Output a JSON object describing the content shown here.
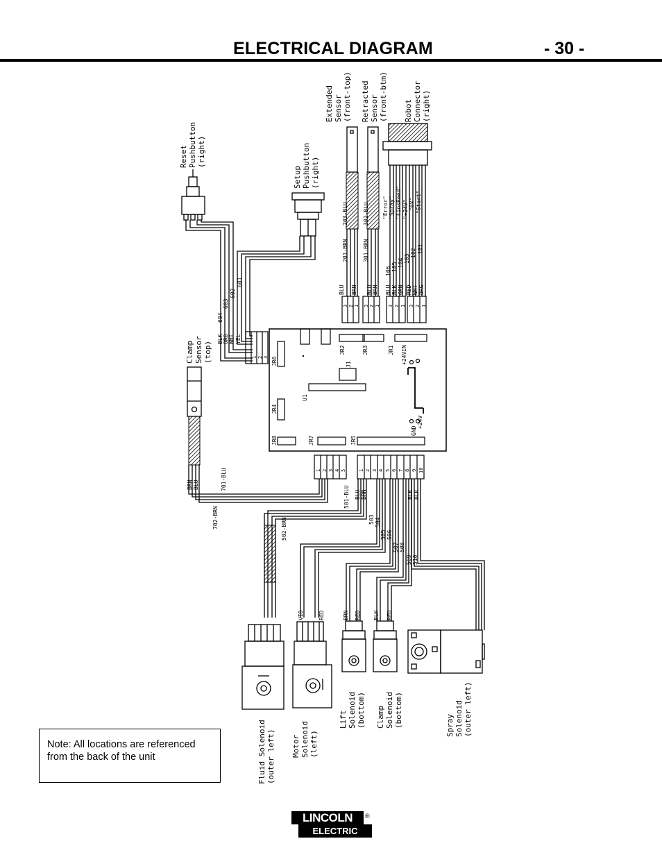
{
  "header": {
    "title": "ELECTRICAL DIAGRAM",
    "page_number": "- 30 -"
  },
  "note": "Note: All locations are referenced from the back of the unit",
  "logo": {
    "line1": "LINCOLN",
    "line2": "ELECTRIC",
    "registered": "®"
  },
  "components": {
    "reset_pushbutton": [
      "Reset",
      "Pushbutton",
      "(right)"
    ],
    "setup_pushbutton": [
      "Setup",
      "Pushbutton",
      "(right)"
    ],
    "extended_sensor": [
      "Extended",
      "Sensor",
      "(front-top)"
    ],
    "retracted_sensor": [
      "Retracted",
      "Sensor",
      "(front-btm)"
    ],
    "robot_connector": [
      "Robot",
      "Connector",
      "(right)"
    ],
    "clamp_sensor": [
      "Clamp",
      "Sensor",
      "(top)"
    ],
    "fluid_solenoid": [
      "Fluid Solenoid",
      "(outer left)"
    ],
    "motor_solenoid": [
      "Motor",
      "Solenoid",
      "(left)"
    ],
    "lift_solenoid": [
      "Lift",
      "Solenoid",
      "(bottom)"
    ],
    "clamp_solenoid": [
      "Clamp",
      "Solenoid",
      "(bottom)"
    ],
    "spray_solenoid": [
      "Spray",
      "Solenoid",
      "(outer left)"
    ]
  },
  "wire_labels": {
    "w601": "601",
    "w602": "602",
    "w603": "603",
    "w604": "604",
    "w201": "201-BRN",
    "w203": "203-BLU",
    "w301": "301-BRN",
    "w302": "302-BLU",
    "w101": "101",
    "w102": "102",
    "w103": "103",
    "w104": "104",
    "w105": "105",
    "w106": "106",
    "w701": "701-BLU",
    "w702": "702-BRN",
    "w501": "501-BLU",
    "w502": "502-BRN",
    "w503": "503",
    "w504": "504",
    "w505": "505",
    "w506": "506",
    "w507": "507",
    "w508": "508",
    "w509": "509",
    "w510": "510"
  },
  "robot_signals": [
    "\"Error\"",
    "\"Spray\"",
    "\"FinsReed\"",
    "\"+24V\"",
    "\"0V\"",
    "\"Start\""
  ],
  "colors": {
    "jr6": [
      "BLK",
      "ORG",
      "WHT",
      "YEL"
    ],
    "jr2": [
      "BLU",
      "BRN"
    ],
    "jr3": [
      "BLU",
      "BRN"
    ],
    "jr1": [
      "BLU",
      "BLK",
      "GRN",
      "RED",
      "WHT",
      "ORG"
    ],
    "clamp_sensor": [
      "BRN",
      "BLU"
    ],
    "jr5": [
      "BLU",
      "BRN",
      "BLK",
      "BLK"
    ],
    "motor_solenoid": [
      "VIO",
      "RED"
    ],
    "lift_solenoid": [
      "BRN",
      "RED"
    ],
    "clamp_solenoid": [
      "BLK",
      "RED"
    ]
  },
  "board_labels": {
    "jr2": "JR2",
    "jr3": "JR3",
    "jr1": "JR1",
    "jr6": "JR6",
    "jr4": "JR4",
    "jr8": "JR8",
    "jr7": "JR7",
    "jr5": "JR5",
    "j1": "J1",
    "u1": "U1",
    "plus24v_top": "+24VIN",
    "gnd": "GND",
    "plus24v_bottom": "+24V"
  },
  "pin_numbers": {
    "three": [
      "3",
      "2",
      "1"
    ],
    "five": [
      "1",
      "2",
      "3",
      "4",
      "5"
    ],
    "ten": [
      "1",
      "2",
      "3",
      "4",
      "5",
      "6",
      "7",
      "8",
      "9",
      "10"
    ]
  }
}
